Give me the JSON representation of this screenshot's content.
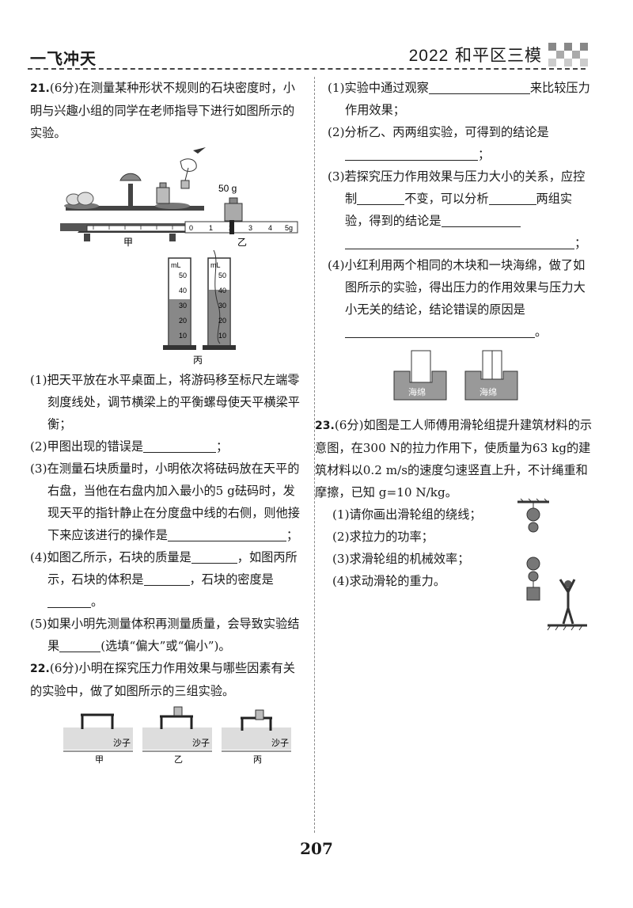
{
  "header": {
    "brand": "一飞冲天",
    "exam_year": "2022",
    "exam_name": "和平区三模"
  },
  "page_number": "207",
  "q21": {
    "num": "21.",
    "intro": "(6分)在测量某种形状不规则的石块密度时，小明与兴趣小组的同学在老师指导下进行如图所示的实验。",
    "fig_labels": {
      "jia": "甲",
      "yi": "乙",
      "bing": "丙",
      "weight": "50 g",
      "ml": "mL"
    },
    "cyl_ticks": [
      "50",
      "40",
      "30",
      "20",
      "10"
    ],
    "ruler_ticks": [
      "0",
      "1",
      "2",
      "3",
      "4",
      "5g"
    ],
    "s1": "(1)把天平放在水平桌面上，将游码移至标尺左端零刻度线处，调节横梁上的平衡螺母使天平横梁平衡；",
    "s2_a": "(2)甲图出现的错误是",
    "s2_b": "；",
    "s3_a": "(3)在测量石块质量时，小明依次将砝码放在天平的右盘，当他在右盘内加入最小的5 g砝码时，发现天平的指针静止在分度盘中线的右侧，则他接下来应该进行的操作是",
    "s3_b": "；",
    "s4_a": "(4)如图乙所示，石块的质量是",
    "s4_b": "，如图丙所示，石块的体积是",
    "s4_c": "，石块的密度是",
    "s4_d": "。",
    "s5_a": "(5)如果小明先测量体积再测量质量，会导致实验结果",
    "s5_b": "(选填“偏大”或“偏小”)。"
  },
  "q22": {
    "num": "22.",
    "intro": "(6分)小明在探究压力作用效果与哪些因素有关的实验中，做了如图所示的三组实验。",
    "fig_labels": {
      "sand": "沙子",
      "jia": "甲",
      "yi": "乙",
      "bing": "丙"
    },
    "s1_a": "(1)实验中通过观察",
    "s1_b": "来比较压力作用效果；",
    "s2_a": "(2)分析乙、丙两组实验，可得到的结论是",
    "s2_b": "；",
    "s3_a": "(3)若探究压力作用效果与压力大小的关系，应控制",
    "s3_b": "不变，可以分析",
    "s3_c": "两组实验，得到的结论是",
    "s3_d": "；",
    "s4_a": "(4)小红利用两个相同的木块和一块海绵，做了如图所示的实验，得出压力的作用效果与压力大小无关的结论，结论错误的原因是",
    "s4_b": "。",
    "sponge": "海绵"
  },
  "q23": {
    "num": "23.",
    "intro": "(6分)如图是工人师傅用滑轮组提升建筑材料的示意图，在300 N的拉力作用下，使质量为63 kg的建筑材料以0.2 m/s的速度匀速竖直上升，不计绳重和摩擦，已知 g=10 N/kg。",
    "s1": "(1)请你画出滑轮组的绕线；",
    "s2": "(2)求拉力的功率；",
    "s3": "(3)求滑轮组的机械效率；",
    "s4": "(4)求动滑轮的重力。"
  }
}
